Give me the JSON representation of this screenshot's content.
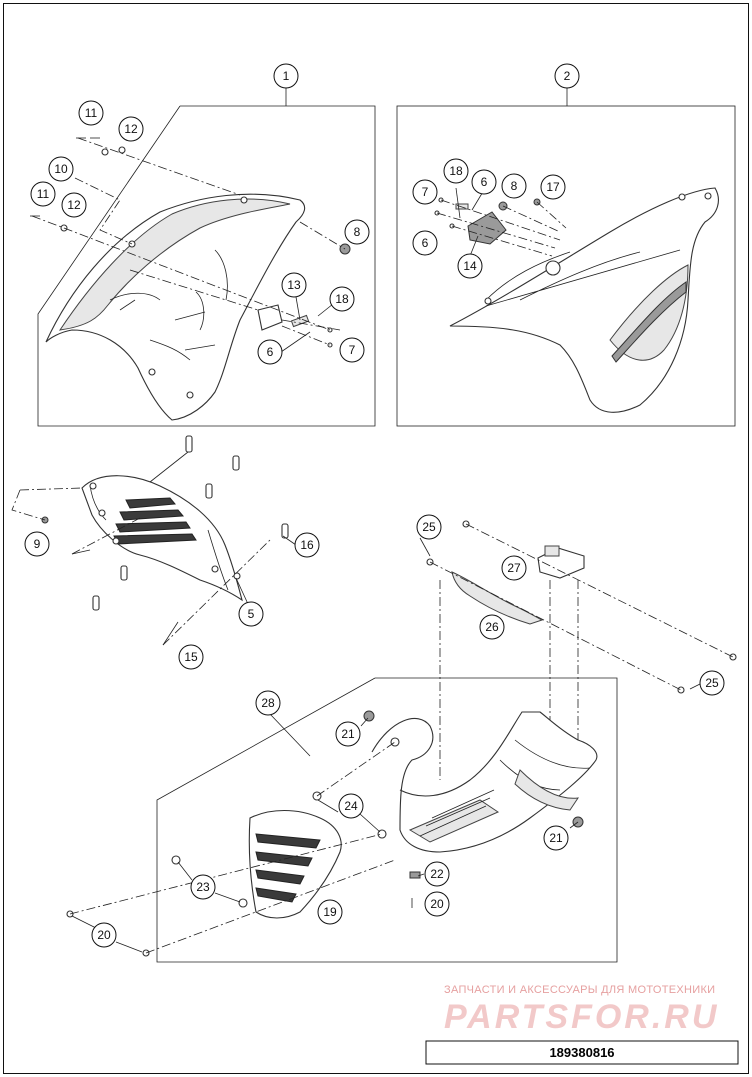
{
  "diagram": {
    "callouts": [
      "1",
      "2",
      "11",
      "12",
      "10",
      "11",
      "12",
      "8",
      "13",
      "18",
      "6",
      "7",
      "18",
      "6",
      "8",
      "17",
      "7",
      "6",
      "14",
      "9",
      "16",
      "5",
      "15",
      "25",
      "27",
      "26",
      "25",
      "28",
      "21",
      "24",
      "21",
      "23",
      "22",
      "20",
      "19",
      "20"
    ],
    "watermark": {
      "line1": "ЗАПЧАСТИ И АКСЕССУАРЫ ДЛЯ МОТОТЕХНИКИ",
      "line2": "PARTSFOR.RU"
    },
    "part_number": "189380816"
  }
}
